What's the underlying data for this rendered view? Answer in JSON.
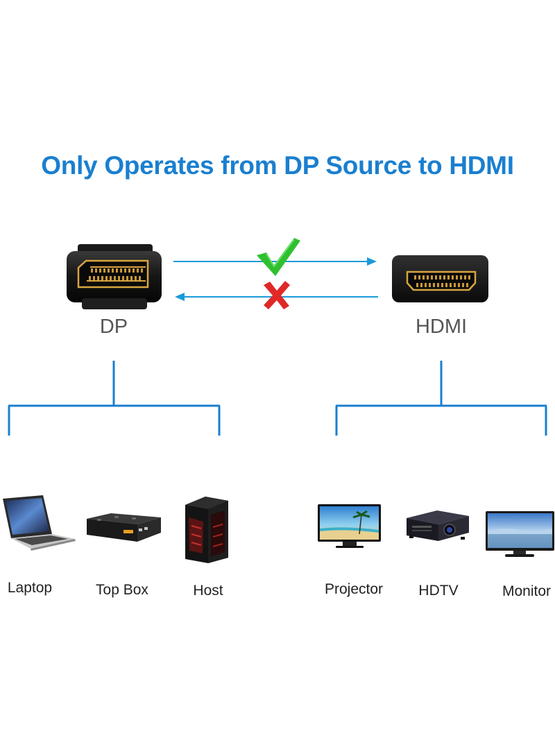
{
  "title": "Only Operates from DP Source to HDMI",
  "connectors": {
    "source": "DP",
    "target": "HDMI"
  },
  "direction": {
    "forward_mark": "check",
    "reverse_mark": "cross"
  },
  "source_devices": [
    "Laptop",
    "Top Box",
    "Host"
  ],
  "target_devices": [
    "Projector",
    "HDTV",
    "Monitor"
  ],
  "colors": {
    "title": "#1a7fd0",
    "lines": "#1a7fd0",
    "check": "#2fc02f",
    "cross": "#e02828",
    "pins": "#d8a640"
  }
}
